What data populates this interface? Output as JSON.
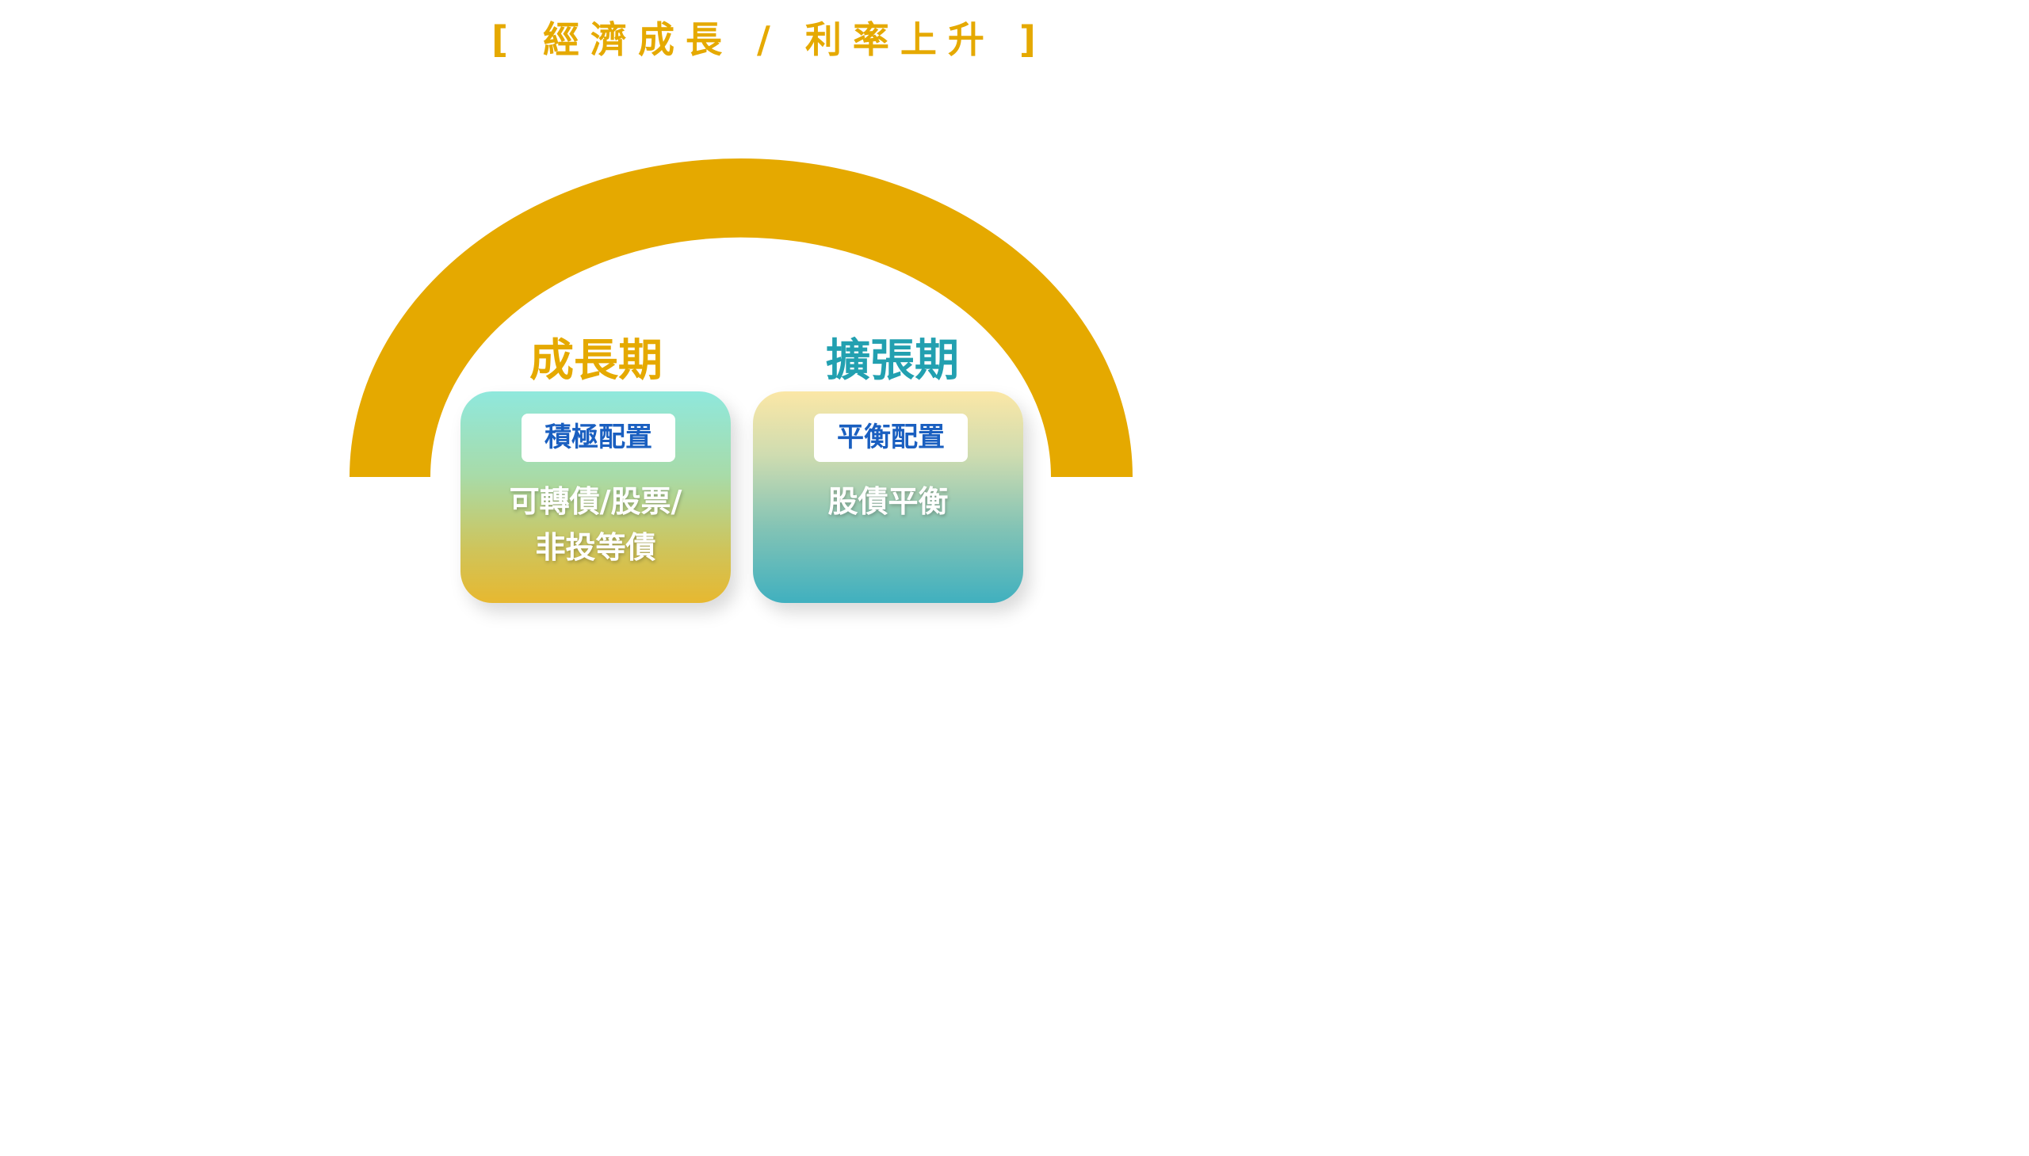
{
  "title": "[ 經濟成長 / 利率上升 ]",
  "colors": {
    "gold": "#e5a900",
    "teal": "#22a0b0",
    "blue": "#1a5fc0"
  },
  "phases": [
    {
      "label": "成長期",
      "tag": "積極配置",
      "lines": [
        "可轉債/股票/",
        "非投等債"
      ]
    },
    {
      "label": "擴張期",
      "tag": "平衡配置",
      "lines": [
        "股債平衡"
      ]
    }
  ]
}
